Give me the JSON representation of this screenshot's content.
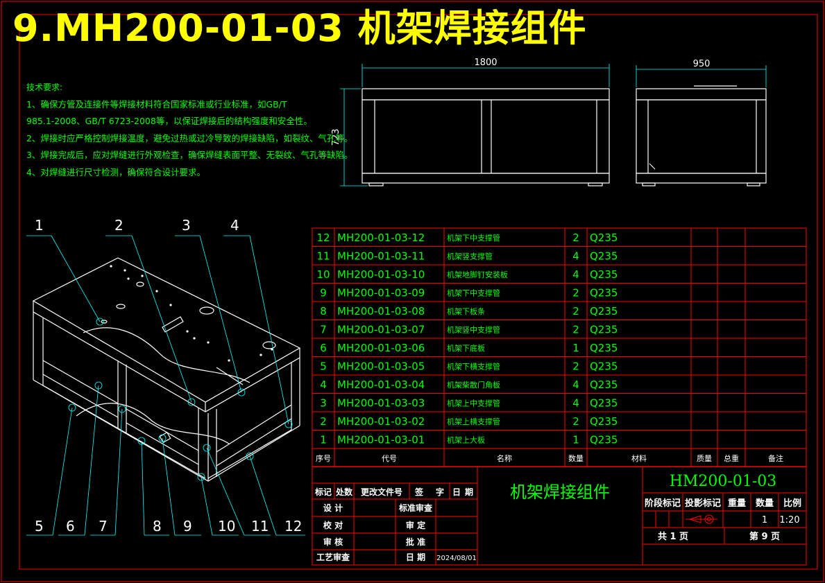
{
  "title": "9.MH200-01-03 机架焊接组件",
  "tech_requirements": {
    "heading": "技术要求:",
    "lines": [
      "1、确保方管及连接件等焊接材料符合国家标准或行业标准，如GB/T",
      "985.1-2008、GB/T 6723-2008等，以保证焊接后的结构强度和安全性。",
      "2、焊接时应严格控制焊接温度，避免过热或过冷导致的焊接缺陷，如裂纹、气孔等。",
      "3、焊接完成后，应对焊缝进行外观检查，确保焊缝表面平整、无裂纹、气孔等缺陷。",
      "4、对焊缝进行尺寸检测，确保符合设计要求。"
    ]
  },
  "dimensions": {
    "length": "1800",
    "height": "723",
    "width": "950"
  },
  "balloons": {
    "top": [
      "1",
      "2",
      "3",
      "4"
    ],
    "bottom": [
      "5",
      "6",
      "7",
      "8",
      "9",
      "10",
      "11",
      "12"
    ]
  },
  "bom": {
    "rows": [
      {
        "no": "12",
        "code": "MH200-01-03-12",
        "name": "机架下中支撑管",
        "qty": "2",
        "material": "Q235"
      },
      {
        "no": "11",
        "code": "MH200-01-03-11",
        "name": "机架竖支撑管",
        "qty": "4",
        "material": "Q235"
      },
      {
        "no": "10",
        "code": "MH200-01-03-10",
        "name": "机架地脚钉安装板",
        "qty": "4",
        "material": "Q235"
      },
      {
        "no": "9",
        "code": "MH200-01-03-09",
        "name": "机架下中支撑管",
        "qty": "2",
        "material": "Q235"
      },
      {
        "no": "8",
        "code": "MH200-01-03-08",
        "name": "机架下板条",
        "qty": "2",
        "material": "Q235"
      },
      {
        "no": "7",
        "code": "MH200-01-03-07",
        "name": "机架竖中支撑管",
        "qty": "2",
        "material": "Q235"
      },
      {
        "no": "6",
        "code": "MH200-01-03-06",
        "name": "机架下底板",
        "qty": "1",
        "material": "Q235"
      },
      {
        "no": "5",
        "code": "MH200-01-03-05",
        "name": "机架下横支撑管",
        "qty": "2",
        "material": "Q235"
      },
      {
        "no": "4",
        "code": "MH200-01-03-04",
        "name": "机架柴散门角板",
        "qty": "4",
        "material": "Q235"
      },
      {
        "no": "3",
        "code": "MH200-01-03-03",
        "name": "机架上中支撑管",
        "qty": "4",
        "material": "Q235"
      },
      {
        "no": "2",
        "code": "MH200-01-03-02",
        "name": "机架上横支撑管",
        "qty": "2",
        "material": "Q235"
      },
      {
        "no": "1",
        "code": "MH200-01-03-01",
        "name": "机架上大板",
        "qty": "1",
        "material": "Q235"
      }
    ],
    "header": {
      "no": "序号",
      "code": "代号",
      "name": "名称",
      "qty": "数量",
      "material": "材料",
      "mass": "质量",
      "total": "总重",
      "remark": "备注"
    }
  },
  "title_block": {
    "rev_headers": [
      "标记",
      "处数",
      "更改文件号",
      "签",
      "字",
      "日",
      "期"
    ],
    "design": "设  计",
    "std_review": "标准审查",
    "proofread": "校  对",
    "review": "审  定",
    "check": "审  核",
    "approve": "批  准",
    "process_review": "工艺审查",
    "date_label": "日  期",
    "date_value": "2024/08/01",
    "drawing_name": "机架焊接组件",
    "drawing_code": "HM200-01-03",
    "stage_mark": "阶段标记",
    "projection_mark": "投影标记",
    "weight": "重量",
    "quantity_label": "数量",
    "scale_label": "比例",
    "quantity_value": "1",
    "scale_value": "1:20",
    "total_sheets": "共  1  页",
    "sheet_no": "第  9  页"
  },
  "colors": {
    "background": "#000000",
    "title": "#ffff00",
    "lines": "#ffffff",
    "table_grid": "#ff0000",
    "text_green": "#00ff00",
    "leader_cyan": "#00ffff"
  }
}
